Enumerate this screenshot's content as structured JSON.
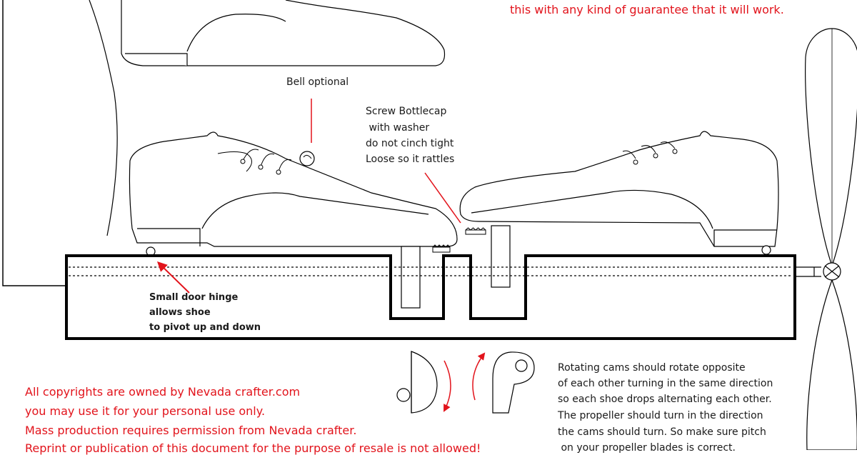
{
  "colors": {
    "annotation_red": "#e2131b",
    "ink": "#000000"
  },
  "disclaimer_top": "this with any kind of guarantee that it will work.",
  "bell_label": "Bell optional",
  "bottlecap_note": {
    "line1": "Screw Bottlecap",
    "line2": " with washer",
    "line3": "do not cinch tight",
    "line4": "Loose so it rattles"
  },
  "hinge_note": {
    "line1": "Small door hinge",
    "line2": "allows shoe",
    "line3": "to pivot up and down"
  },
  "cams_note": {
    "line1": "Rotating cams should rotate opposite",
    "line2": "of each other turning in the same direction",
    "line3": "so each shoe drops alternating each other.",
    "line4": "The propeller should turn in the direction",
    "line5": "the cams should turn. So make sure pitch",
    "line6": " on your propeller blades is correct."
  },
  "copyright": {
    "line1": "All copyrights are owned by Nevada crafter.com",
    "line2": "you may use it for your personal use only.",
    "line3": "Mass production requires permission from Nevada crafter.",
    "line4": "Reprint or publication of this document for the purpose of resale is not allowed!"
  }
}
